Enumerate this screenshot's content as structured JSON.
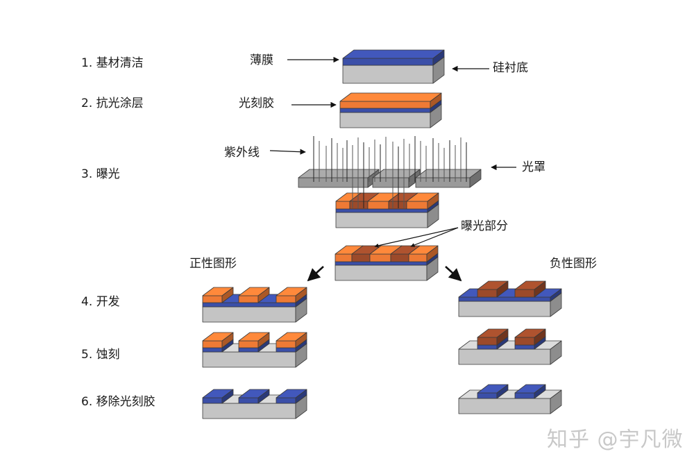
{
  "steps": [
    "1. 基材清洁",
    "2. 抗光涂层",
    "3. 曝光",
    "4. 开发",
    "5. 蚀刻",
    "6. 移除光刻胶"
  ],
  "labels": {
    "thin_film": "薄膜",
    "substrate": "硅衬底",
    "photoresist": "光刻胶",
    "uv": "紫外线",
    "mask": "光罩",
    "exposed_part": "曝光部分",
    "positive": "正性图形",
    "negative": "负性图形"
  },
  "watermark": "知乎 @宇凡微",
  "colors": {
    "substrate": "#c4c4c4",
    "film": "#3b4fa8",
    "resist": "#ee7a35",
    "exposed": "#9c4a2a",
    "mask": "#9a9a9a"
  }
}
